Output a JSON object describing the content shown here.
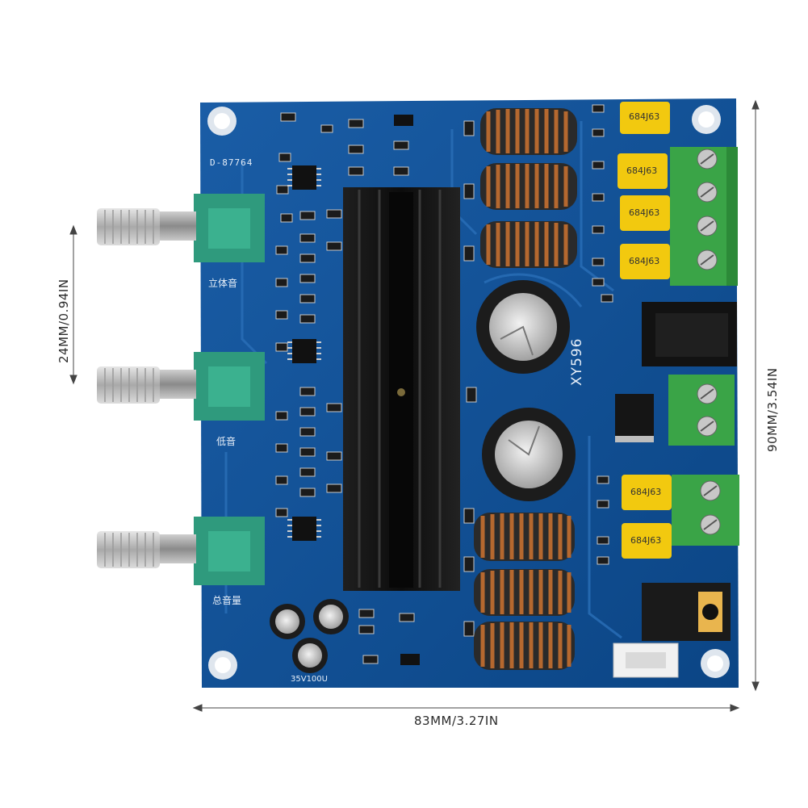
{
  "dimensions": {
    "width_label": "83MM/3.27IN",
    "height_label": "90MM/3.54IN",
    "knob_spacing_label": "24MM/0.94IN"
  },
  "board": {
    "model_code": "D-87764",
    "chip_label": "XY596",
    "knob_labels": [
      "立体音",
      "低音",
      "总音量"
    ],
    "capacitor_text": "684J63",
    "electrolytic_text": "35V100U",
    "colors": {
      "pcb": "#0f4f94",
      "heatsink": "#141414",
      "terminal": "#3aa447",
      "potentiometer": "#2f9a7d",
      "capacitor": "#f2c90f",
      "inductor_wire": "#b5682f"
    }
  }
}
